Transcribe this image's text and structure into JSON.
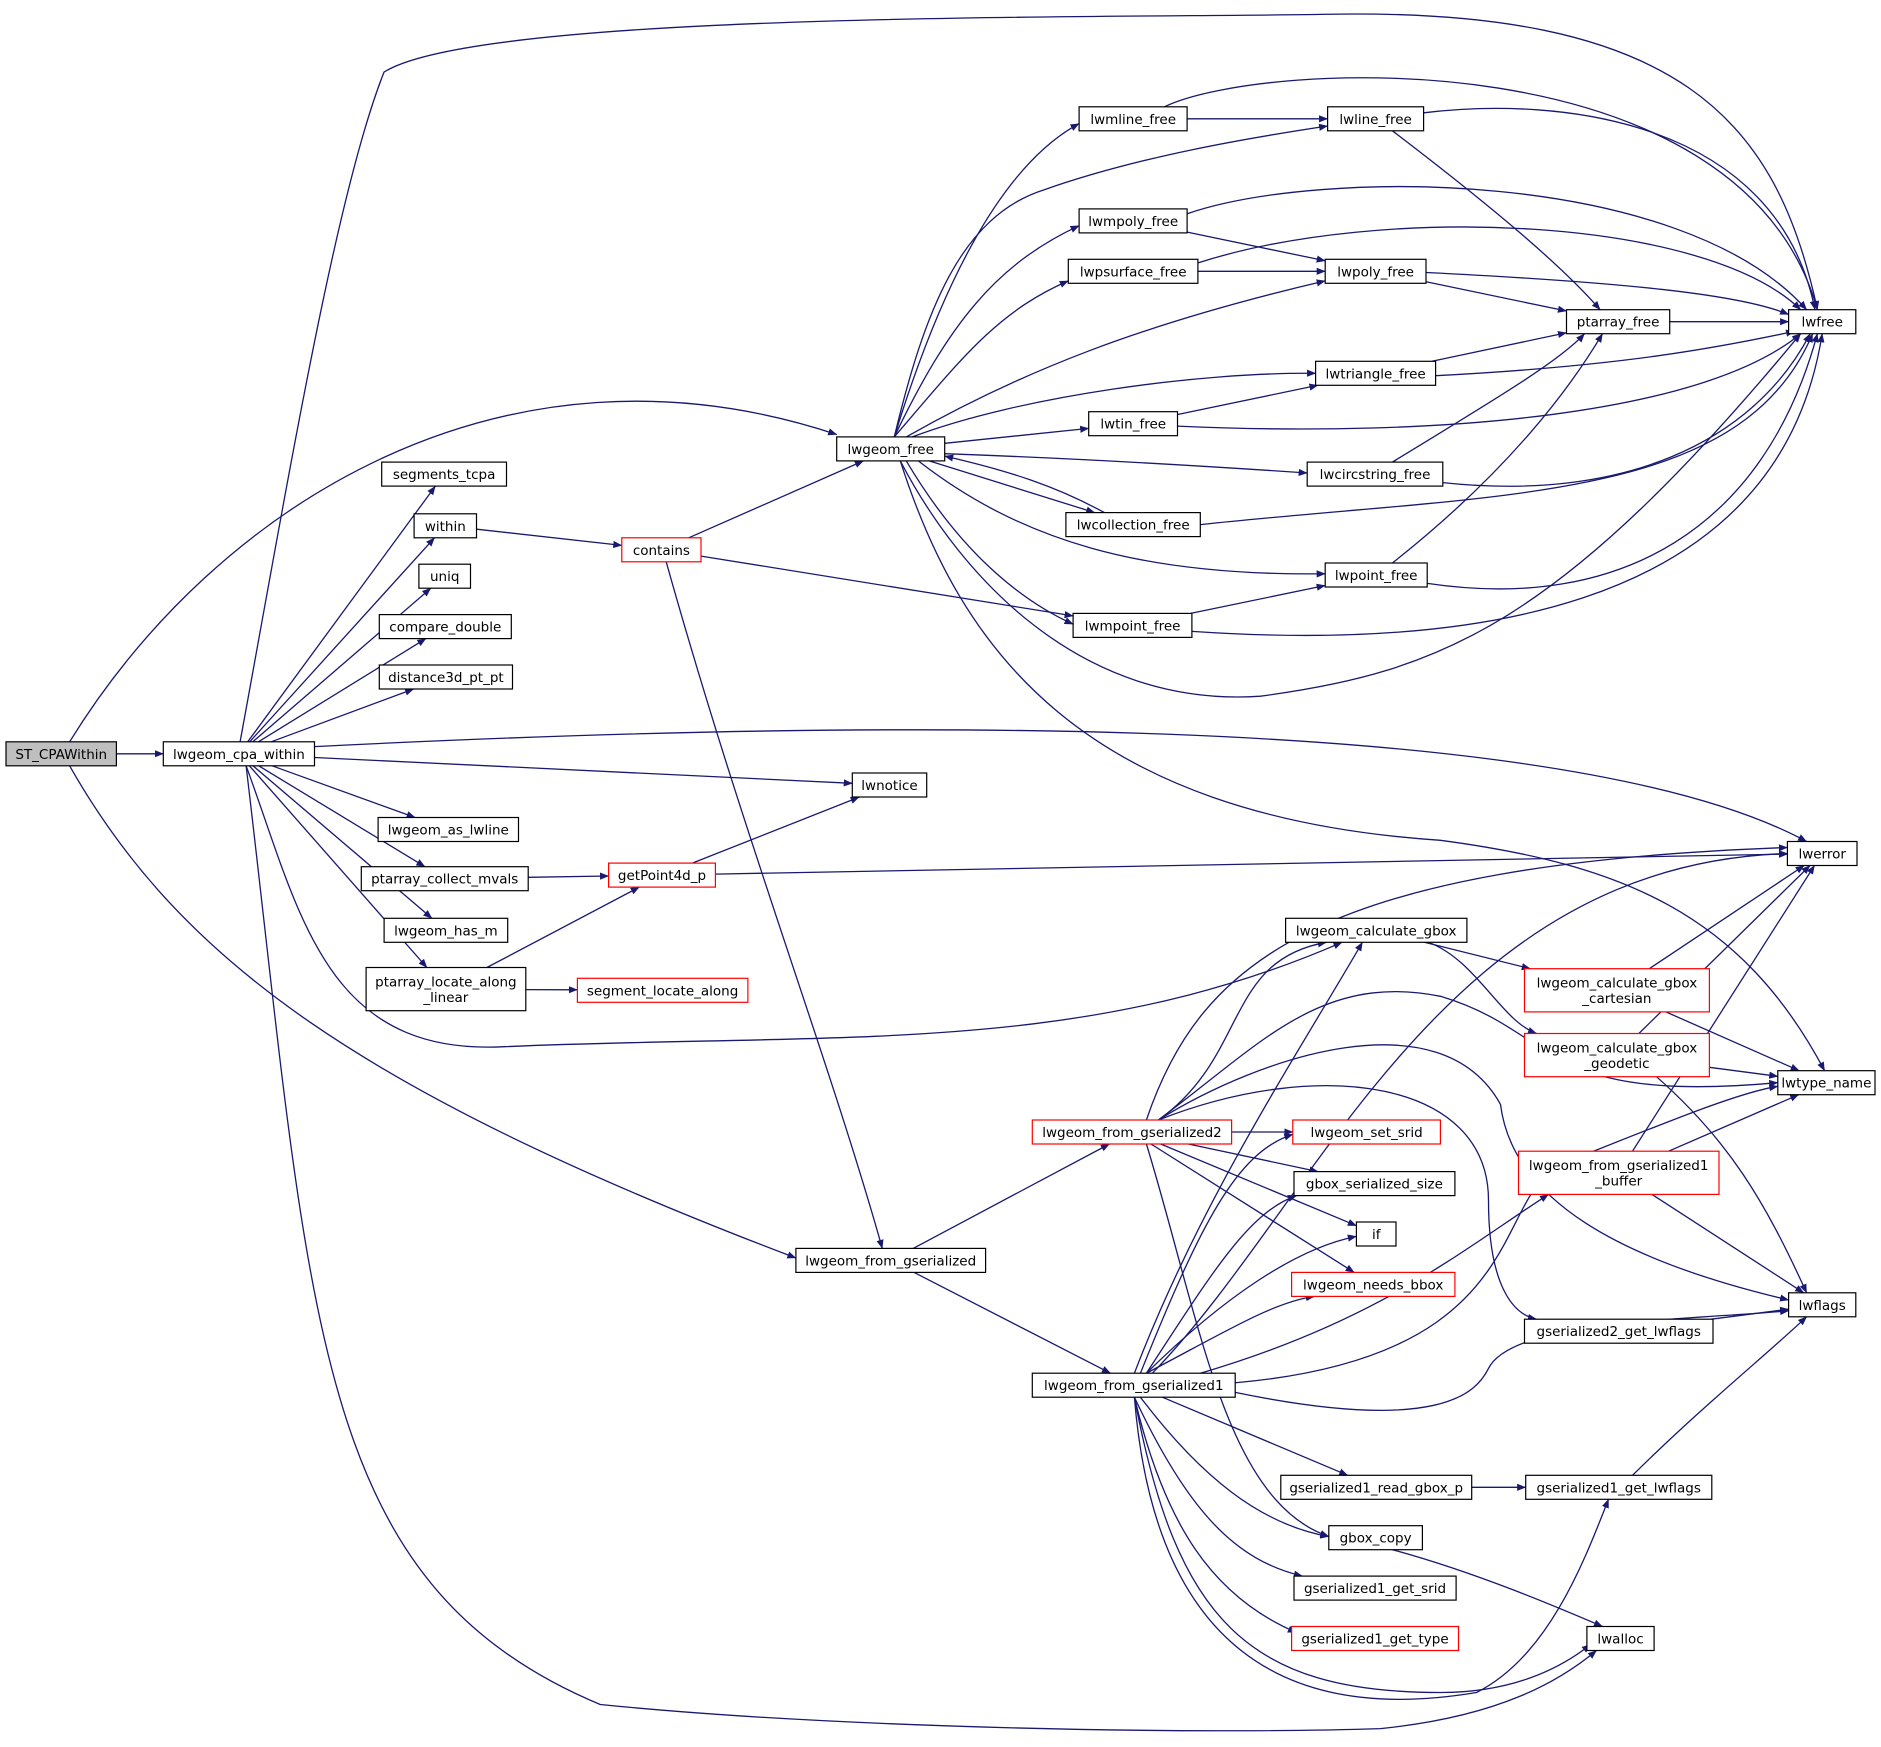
{
  "colors": {
    "edge": "#191970",
    "node_border": "#000000",
    "truncated_border": "#ff0000",
    "root_fill": "#bfbfbf",
    "node_fill": "#ffffff"
  },
  "nodes": [
    {
      "id": "st_cpawithin",
      "label": "ST_CPAWithin",
      "kind": "root"
    },
    {
      "id": "lwgeom_cpa_within",
      "label": "lwgeom_cpa_within",
      "kind": "normal"
    },
    {
      "id": "segments_tcpa",
      "label": "segments_tcpa",
      "kind": "normal"
    },
    {
      "id": "within",
      "label": "within",
      "kind": "normal"
    },
    {
      "id": "uniq",
      "label": "uniq",
      "kind": "normal"
    },
    {
      "id": "compare_double",
      "label": "compare_double",
      "kind": "normal"
    },
    {
      "id": "distance3d_pt_pt",
      "label": "distance3d_pt_pt",
      "kind": "normal"
    },
    {
      "id": "lwgeom_as_lwline",
      "label": "lwgeom_as_lwline",
      "kind": "normal"
    },
    {
      "id": "ptarray_collect_mvals",
      "label": "ptarray_collect_mvals",
      "kind": "normal"
    },
    {
      "id": "lwgeom_has_m",
      "label": "lwgeom_has_m",
      "kind": "normal"
    },
    {
      "id": "ptarray_locate_along_linear",
      "label": "ptarray_locate_along\n_linear",
      "kind": "normal"
    },
    {
      "id": "contains",
      "label": "contains",
      "kind": "truncated"
    },
    {
      "id": "getpoint4d_p",
      "label": "getPoint4d_p",
      "kind": "truncated"
    },
    {
      "id": "segment_locate_along",
      "label": "segment_locate_along",
      "kind": "truncated"
    },
    {
      "id": "lwnotice",
      "label": "lwnotice",
      "kind": "normal"
    },
    {
      "id": "lwgeom_free",
      "label": "lwgeom_free",
      "kind": "normal"
    },
    {
      "id": "lwgeom_from_gserialized",
      "label": "lwgeom_from_gserialized",
      "kind": "normal"
    },
    {
      "id": "lwmline_free",
      "label": "lwmline_free",
      "kind": "normal"
    },
    {
      "id": "lwmpoly_free",
      "label": "lwmpoly_free",
      "kind": "normal"
    },
    {
      "id": "lwpsurface_free",
      "label": "lwpsurface_free",
      "kind": "normal"
    },
    {
      "id": "lwtin_free",
      "label": "lwtin_free",
      "kind": "normal"
    },
    {
      "id": "lwcollection_free",
      "label": "lwcollection_free",
      "kind": "normal"
    },
    {
      "id": "lwmpoint_free",
      "label": "lwmpoint_free",
      "kind": "normal"
    },
    {
      "id": "lwline_free",
      "label": "lwline_free",
      "kind": "normal"
    },
    {
      "id": "lwpoly_free",
      "label": "lwpoly_free",
      "kind": "normal"
    },
    {
      "id": "lwtriangle_free",
      "label": "lwtriangle_free",
      "kind": "normal"
    },
    {
      "id": "lwcircstring_free",
      "label": "lwcircstring_free",
      "kind": "normal"
    },
    {
      "id": "lwpoint_free",
      "label": "lwpoint_free",
      "kind": "normal"
    },
    {
      "id": "ptarray_free",
      "label": "ptarray_free",
      "kind": "normal"
    },
    {
      "id": "lwfree",
      "label": "lwfree",
      "kind": "normal"
    },
    {
      "id": "lwerror",
      "label": "lwerror",
      "kind": "normal"
    },
    {
      "id": "lwtype_name",
      "label": "lwtype_name",
      "kind": "normal"
    },
    {
      "id": "lwflags",
      "label": "lwflags",
      "kind": "normal"
    },
    {
      "id": "lwalloc",
      "label": "lwalloc",
      "kind": "normal"
    },
    {
      "id": "lwgeom_calculate_gbox",
      "label": "lwgeom_calculate_gbox",
      "kind": "normal"
    },
    {
      "id": "lwgeom_from_gserialized2",
      "label": "lwgeom_from_gserialized2",
      "kind": "truncated"
    },
    {
      "id": "lwgeom_from_gserialized1",
      "label": "lwgeom_from_gserialized1",
      "kind": "normal"
    },
    {
      "id": "lwgeom_set_srid",
      "label": "lwgeom_set_srid",
      "kind": "truncated"
    },
    {
      "id": "gbox_serialized_size",
      "label": "gbox_serialized_size",
      "kind": "normal"
    },
    {
      "id": "if",
      "label": "if",
      "kind": "normal"
    },
    {
      "id": "lwgeom_needs_bbox",
      "label": "lwgeom_needs_bbox",
      "kind": "truncated"
    },
    {
      "id": "gserialized1_read_gbox_p",
      "label": "gserialized1_read_gbox_p",
      "kind": "normal"
    },
    {
      "id": "gbox_copy",
      "label": "gbox_copy",
      "kind": "normal"
    },
    {
      "id": "gserialized1_get_srid",
      "label": "gserialized1_get_srid",
      "kind": "normal"
    },
    {
      "id": "gserialized1_get_type",
      "label": "gserialized1_get_type",
      "kind": "truncated"
    },
    {
      "id": "lwgeom_calculate_gbox_cartesian",
      "label": "lwgeom_calculate_gbox\n_cartesian",
      "kind": "truncated"
    },
    {
      "id": "lwgeom_calculate_gbox_geodetic",
      "label": "lwgeom_calculate_gbox\n_geodetic",
      "kind": "truncated"
    },
    {
      "id": "lwgeom_from_gserialized1_buffer",
      "label": "lwgeom_from_gserialized1\n_buffer",
      "kind": "truncated"
    },
    {
      "id": "gserialized2_get_lwflags",
      "label": "gserialized2_get_lwflags",
      "kind": "normal"
    },
    {
      "id": "gserialized1_get_lwflags",
      "label": "gserialized1_get_lwflags",
      "kind": "normal"
    }
  ],
  "edges": [
    [
      "st_cpawithin",
      "lwgeom_cpa_within"
    ],
    [
      "st_cpawithin",
      "lwgeom_free"
    ],
    [
      "st_cpawithin",
      "lwgeom_from_gserialized"
    ],
    [
      "lwgeom_cpa_within",
      "lwfree"
    ],
    [
      "lwgeom_cpa_within",
      "segments_tcpa"
    ],
    [
      "lwgeom_cpa_within",
      "within"
    ],
    [
      "lwgeom_cpa_within",
      "uniq"
    ],
    [
      "lwgeom_cpa_within",
      "compare_double"
    ],
    [
      "lwgeom_cpa_within",
      "distance3d_pt_pt"
    ],
    [
      "lwgeom_cpa_within",
      "lwerror"
    ],
    [
      "lwgeom_cpa_within",
      "lwnotice"
    ],
    [
      "lwgeom_cpa_within",
      "lwgeom_as_lwline"
    ],
    [
      "lwgeom_cpa_within",
      "ptarray_collect_mvals"
    ],
    [
      "lwgeom_cpa_within",
      "lwgeom_has_m"
    ],
    [
      "lwgeom_cpa_within",
      "ptarray_locate_along_linear"
    ],
    [
      "lwgeom_cpa_within",
      "lwgeom_calculate_gbox"
    ],
    [
      "lwgeom_cpa_within",
      "lwalloc"
    ],
    [
      "within",
      "contains"
    ],
    [
      "contains",
      "lwgeom_free"
    ],
    [
      "contains",
      "lwmpoint_free"
    ],
    [
      "contains",
      "lwgeom_from_gserialized"
    ],
    [
      "ptarray_collect_mvals",
      "getpoint4d_p"
    ],
    [
      "ptarray_locate_along_linear",
      "getpoint4d_p"
    ],
    [
      "ptarray_locate_along_linear",
      "segment_locate_along"
    ],
    [
      "getpoint4d_p",
      "lwnotice"
    ],
    [
      "getpoint4d_p",
      "lwerror"
    ],
    [
      "lwgeom_free",
      "lwmline_free"
    ],
    [
      "lwgeom_free",
      "lwline_free"
    ],
    [
      "lwgeom_free",
      "lwmpoly_free"
    ],
    [
      "lwgeom_free",
      "lwpsurface_free"
    ],
    [
      "lwgeom_free",
      "lwpoly_free"
    ],
    [
      "lwgeom_free",
      "lwtriangle_free"
    ],
    [
      "lwgeom_free",
      "lwtin_free"
    ],
    [
      "lwgeom_free",
      "lwcircstring_free"
    ],
    [
      "lwgeom_free",
      "lwcollection_free"
    ],
    [
      "lwgeom_free",
      "lwpoint_free"
    ],
    [
      "lwgeom_free",
      "lwmpoint_free"
    ],
    [
      "lwgeom_free",
      "lwfree"
    ],
    [
      "lwgeom_free",
      "lwtype_name"
    ],
    [
      "lwcollection_free",
      "lwgeom_free"
    ],
    [
      "lwmline_free",
      "lwline_free"
    ],
    [
      "lwmline_free",
      "lwfree"
    ],
    [
      "lwline_free",
      "lwfree"
    ],
    [
      "lwline_free",
      "ptarray_free"
    ],
    [
      "lwmpoly_free",
      "lwpoly_free"
    ],
    [
      "lwmpoly_free",
      "lwfree"
    ],
    [
      "lwpsurface_free",
      "lwpoly_free"
    ],
    [
      "lwpsurface_free",
      "lwfree"
    ],
    [
      "lwpoly_free",
      "lwfree"
    ],
    [
      "lwpoly_free",
      "ptarray_free"
    ],
    [
      "ptarray_free",
      "lwfree"
    ],
    [
      "lwtriangle_free",
      "ptarray_free"
    ],
    [
      "lwtriangle_free",
      "lwfree"
    ],
    [
      "lwtin_free",
      "lwtriangle_free"
    ],
    [
      "lwtin_free",
      "lwfree"
    ],
    [
      "lwcircstring_free",
      "ptarray_free"
    ],
    [
      "lwcircstring_free",
      "lwfree"
    ],
    [
      "lwcollection_free",
      "lwfree"
    ],
    [
      "lwpoint_free",
      "ptarray_free"
    ],
    [
      "lwpoint_free",
      "lwfree"
    ],
    [
      "lwmpoint_free",
      "lwpoint_free"
    ],
    [
      "lwmpoint_free",
      "lwfree"
    ],
    [
      "lwgeom_from_gserialized",
      "lwgeom_from_gserialized2"
    ],
    [
      "lwgeom_from_gserialized",
      "lwgeom_from_gserialized1"
    ],
    [
      "lwgeom_from_gserialized2",
      "lwerror"
    ],
    [
      "lwgeom_from_gserialized2",
      "lwgeom_calculate_gbox"
    ],
    [
      "lwgeom_from_gserialized2",
      "lwtype_name"
    ],
    [
      "lwgeom_from_gserialized2",
      "lwflags"
    ],
    [
      "lwgeom_from_gserialized2",
      "gserialized2_get_lwflags"
    ],
    [
      "lwgeom_from_gserialized2",
      "lwgeom_set_srid"
    ],
    [
      "lwgeom_from_gserialized2",
      "gbox_serialized_size"
    ],
    [
      "lwgeom_from_gserialized2",
      "if"
    ],
    [
      "lwgeom_from_gserialized2",
      "lwgeom_needs_bbox"
    ],
    [
      "lwgeom_from_gserialized2",
      "gbox_copy"
    ],
    [
      "lwgeom_from_gserialized1",
      "lwgeom_calculate_gbox"
    ],
    [
      "lwgeom_from_gserialized1",
      "lwgeom_set_srid"
    ],
    [
      "lwgeom_from_gserialized1",
      "gbox_serialized_size"
    ],
    [
      "lwgeom_from_gserialized1",
      "if"
    ],
    [
      "lwgeom_from_gserialized1",
      "lwgeom_needs_bbox"
    ],
    [
      "lwgeom_from_gserialized1",
      "lwerror"
    ],
    [
      "lwgeom_from_gserialized1",
      "lwgeom_from_gserialized1_buffer"
    ],
    [
      "lwgeom_from_gserialized1",
      "lwtype_name"
    ],
    [
      "lwgeom_from_gserialized1",
      "gserialized1_read_gbox_p"
    ],
    [
      "lwgeom_from_gserialized1",
      "gbox_copy"
    ],
    [
      "lwgeom_from_gserialized1",
      "gserialized1_get_srid"
    ],
    [
      "lwgeom_from_gserialized1",
      "gserialized1_get_type"
    ],
    [
      "lwgeom_from_gserialized1",
      "gserialized1_get_lwflags"
    ],
    [
      "lwgeom_from_gserialized1",
      "lwalloc"
    ],
    [
      "lwgeom_from_gserialized1",
      "lwflags"
    ],
    [
      "lwgeom_calculate_gbox",
      "lwgeom_calculate_gbox_cartesian"
    ],
    [
      "lwgeom_calculate_gbox",
      "lwgeom_calculate_gbox_geodetic"
    ],
    [
      "lwgeom_calculate_gbox_cartesian",
      "lwerror"
    ],
    [
      "lwgeom_calculate_gbox_cartesian",
      "lwtype_name"
    ],
    [
      "lwgeom_calculate_gbox_geodetic",
      "lwerror"
    ],
    [
      "lwgeom_calculate_gbox_geodetic",
      "lwtype_name"
    ],
    [
      "lwgeom_calculate_gbox_geodetic",
      "lwflags"
    ],
    [
      "lwgeom_from_gserialized1_buffer",
      "lwerror"
    ],
    [
      "lwgeom_from_gserialized1_buffer",
      "lwtype_name"
    ],
    [
      "lwgeom_from_gserialized1_buffer",
      "lwflags"
    ],
    [
      "gserialized2_get_lwflags",
      "lwflags"
    ],
    [
      "gserialized1_read_gbox_p",
      "gserialized1_get_lwflags"
    ],
    [
      "gserialized1_get_lwflags",
      "lwflags"
    ],
    [
      "gbox_copy",
      "lwalloc"
    ]
  ]
}
